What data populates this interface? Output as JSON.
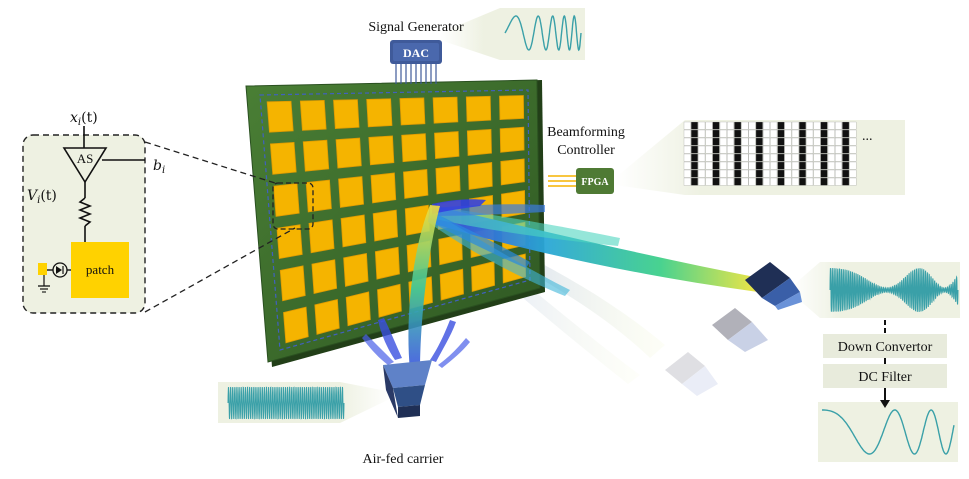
{
  "labels": {
    "signal_generator": "Signal Generator",
    "dac": "DAC",
    "beamforming_controller_line1": "Beamforming",
    "beamforming_controller_line2": "Controller",
    "fpga": "FPGA",
    "ellipsis": "...",
    "air_fed_carrier": "Air-fed carrier",
    "down_convertor": "Down Convertor",
    "dc_filter": "DC Filter"
  },
  "inset": {
    "x_label": "x",
    "x_sub": "i",
    "x_arg": "(t)",
    "amp": "AS",
    "b_label": "b",
    "b_sub": "i",
    "v_label": "V",
    "v_sub": "i",
    "v_arg": "(t)",
    "patch": "patch"
  },
  "colors": {
    "board": "#3b6a2b",
    "patch": "#f5b400",
    "dac": "#3f5a9a",
    "fpga": "#4f7a34",
    "panel_bg": "#eef1e2",
    "wave": "#3aa0a8",
    "horn": "#2f4f86"
  }
}
